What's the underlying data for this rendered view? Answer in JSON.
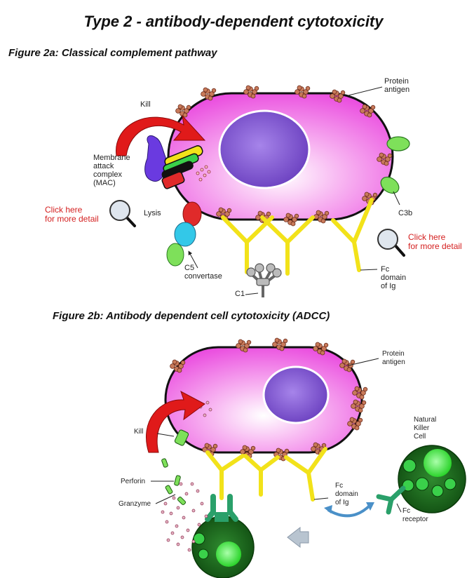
{
  "title": "Type 2 - antibody-dependent cytotoxicity",
  "figure_a": {
    "title": "Figure 2a:  Classical complement pathway",
    "labels": {
      "protein_antigen": "Protein\nantigen",
      "kill": "Kill",
      "mac": "Membrane\nattack\ncomplex\n(MAC)",
      "lysis": "Lysis",
      "c3b": "C3b",
      "c5_convertase": "C5\nconvertase",
      "c1": "C1",
      "fc_domain": "Fc\ndomain\nof Ig"
    },
    "links": {
      "left": "Click here\nfor more detail",
      "right": "Click here\nfor more detail"
    }
  },
  "figure_b": {
    "title": "Figure 2b: Antibody dependent cell cytotoxicity (ADCC)",
    "labels": {
      "protein_antigen": "Protein\nantigen",
      "natural_killer": "Natural\nKiller\nCell",
      "kill": "Kill",
      "perforin": "Perforin",
      "granzyme": "Granzyme",
      "fc_domain": "Fc\ndomain\nof Ig",
      "fc_receptor": "Fc\nreceptor"
    }
  },
  "colors": {
    "cell_magenta": "#ee3fe0",
    "nucleus": "#7a52c9",
    "antibody": "#f2e21a",
    "nk_green": "#1c6e1c",
    "arrow_red": "#e01a1a",
    "link_red": "#d42020"
  }
}
